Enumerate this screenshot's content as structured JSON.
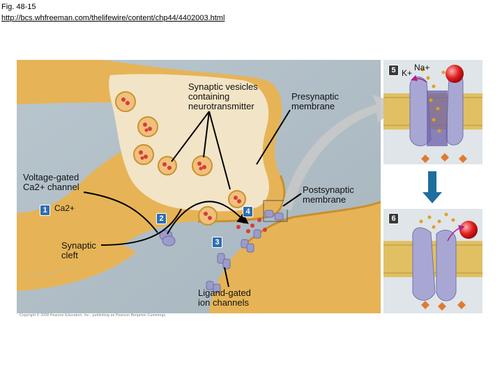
{
  "caption": {
    "line1": "Fig. 48-15",
    "line2": "http://bcs.whfreeman.com/thelifewire/content/chp44/4402003.html"
  },
  "labels": {
    "synaptic_vesicles": [
      "Synaptic vesicles",
      "containing",
      "neurotransmitter"
    ],
    "presynaptic_membrane": [
      "Presynaptic",
      "membrane"
    ],
    "voltage_gated_channel": [
      "Voltage-gated",
      "Ca2+ channel"
    ],
    "postsynaptic_membrane": [
      "Postsynaptic",
      "membrane"
    ],
    "synaptic_cleft": [
      "Synaptic",
      "cleft"
    ],
    "ligand_gated_channels": [
      "Ligand-gated",
      "ion channels"
    ],
    "ca_ion": "Ca2+",
    "k_ion": "K+",
    "na_ion": "Na+"
  },
  "steps": [
    "1",
    "2",
    "3",
    "4",
    "5",
    "6"
  ],
  "colors": {
    "step_badge": "#2e6db4",
    "step_badge_dark": "#3a3a3a",
    "neuron": "#e6b456",
    "cytoplasm": "#f2e4c6",
    "vesicle": "#f0c07c",
    "neurotransmitter": "#d93b3b",
    "channel": "#9c9bc9",
    "arrow_blue": "#1e6e9e"
  },
  "copyright": "Copyright © 2008 Pearson Education, Inc., publishing as Pearson Benjamin Cummings."
}
